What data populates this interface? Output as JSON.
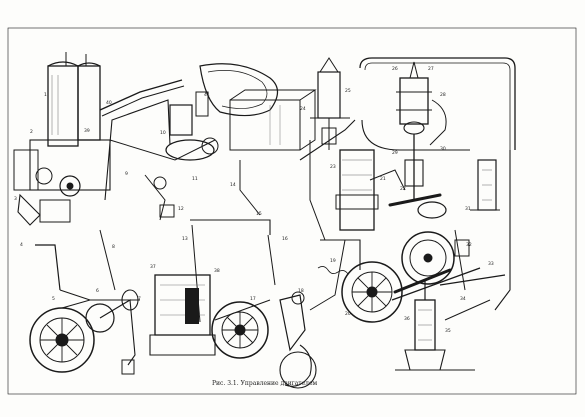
{
  "figure": {
    "caption": "Рис. 3.1. Управление двигателем",
    "part_labels": [
      "1",
      "2",
      "3",
      "4",
      "5",
      "6",
      "7",
      "8",
      "9",
      "10",
      "11",
      "12",
      "13",
      "14",
      "15",
      "16",
      "17",
      "18",
      "19",
      "20",
      "21",
      "22",
      "23",
      "24",
      "25",
      "26",
      "27",
      "28",
      "29",
      "30",
      "31",
      "32",
      "33",
      "34",
      "35",
      "36",
      "37",
      "38",
      "39",
      "40",
      "41"
    ]
  },
  "colors": {
    "ink": "#1a1a1a",
    "paper": "#fdfdfb",
    "shade": "#555555"
  }
}
